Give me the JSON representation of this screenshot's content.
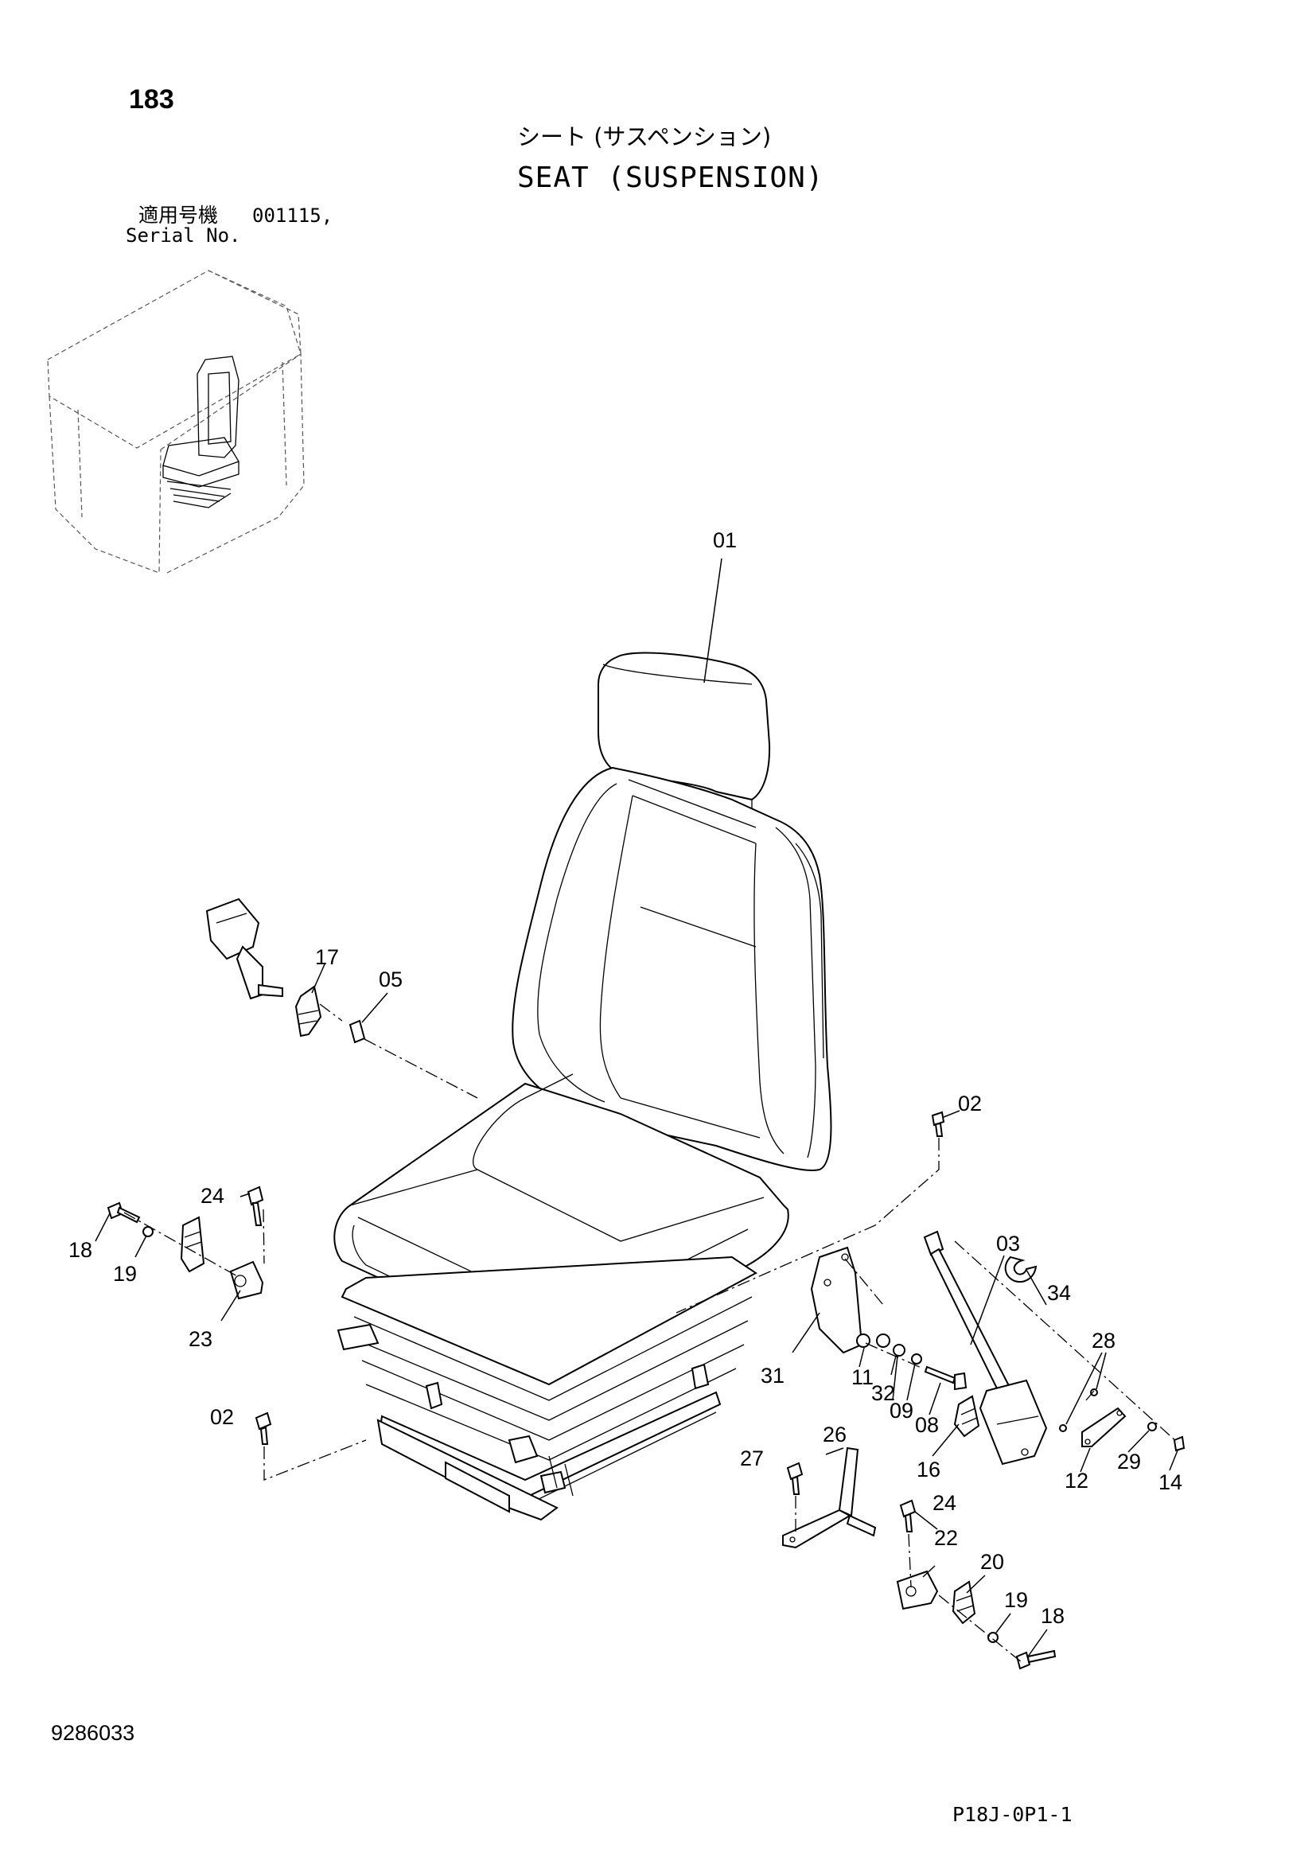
{
  "header": {
    "page_number": "183",
    "title_jp": "シート (サスペンション)",
    "title_en": "SEAT (SUSPENSION)",
    "serial_label_jp": "適用号機",
    "serial_value": "001115,",
    "serial_label_en": "Serial No."
  },
  "footer": {
    "doc_number": "9286033",
    "figure_code": "P18J-0P1-1"
  },
  "callouts": [
    {
      "id": "c01",
      "label": "01"
    },
    {
      "id": "c17",
      "label": "17"
    },
    {
      "id": "c05",
      "label": "05"
    },
    {
      "id": "c02a",
      "label": "02"
    },
    {
      "id": "c24a",
      "label": "24"
    },
    {
      "id": "c18a",
      "label": "18"
    },
    {
      "id": "c19a",
      "label": "19"
    },
    {
      "id": "c23",
      "label": "23"
    },
    {
      "id": "c03",
      "label": "03"
    },
    {
      "id": "c34",
      "label": "34"
    },
    {
      "id": "c28",
      "label": "28"
    },
    {
      "id": "c31",
      "label": "31"
    },
    {
      "id": "c11",
      "label": "11"
    },
    {
      "id": "c32",
      "label": "32"
    },
    {
      "id": "c09",
      "label": "09"
    },
    {
      "id": "c08",
      "label": "08"
    },
    {
      "id": "c16",
      "label": "16"
    },
    {
      "id": "c12",
      "label": "12"
    },
    {
      "id": "c29",
      "label": "29"
    },
    {
      "id": "c14",
      "label": "14"
    },
    {
      "id": "c02b",
      "label": "02"
    },
    {
      "id": "c27",
      "label": "27"
    },
    {
      "id": "c26",
      "label": "26"
    },
    {
      "id": "c24b",
      "label": "24"
    },
    {
      "id": "c22",
      "label": "22"
    },
    {
      "id": "c20",
      "label": "20"
    },
    {
      "id": "c19b",
      "label": "19"
    },
    {
      "id": "c18b",
      "label": "18"
    }
  ]
}
